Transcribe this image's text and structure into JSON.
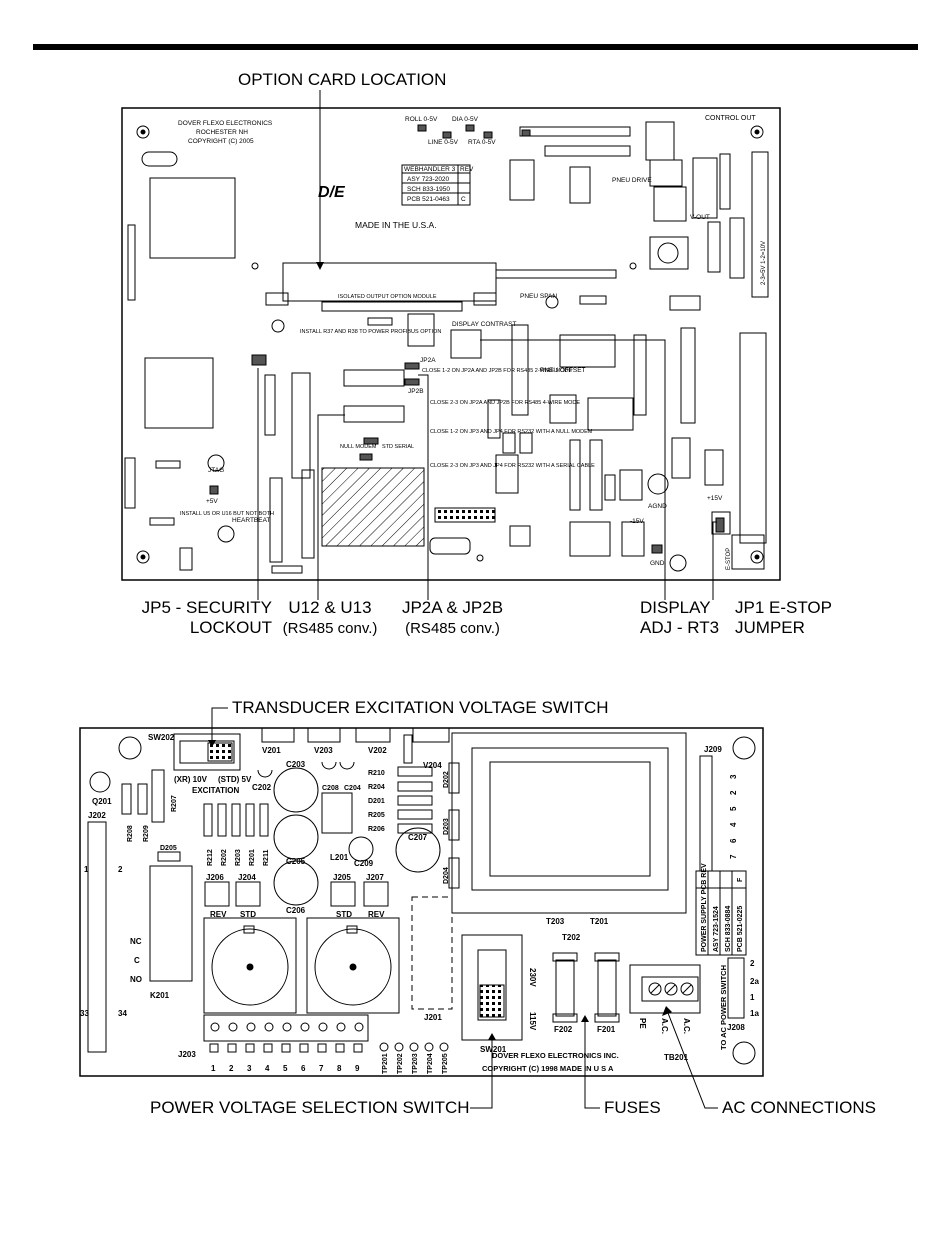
{
  "callouts": {
    "option_card": "OPTION CARD LOCATION",
    "jp5_line1": "JP5 - SECURITY",
    "jp5_line2": "LOCKOUT",
    "u12_line1": "U12 & U13",
    "u12_line2": "(RS485 conv.)",
    "jp2_line1": "JP2A & JP2B",
    "jp2_line2": "(RS485 conv.)",
    "display_line1": "DISPLAY",
    "display_line2": "ADJ - RT3",
    "jp1_line1": "JP1 E-STOP",
    "jp1_line2": "JUMPER",
    "transducer": "TRANSDUCER EXCITATION VOLTAGE SWITCH",
    "power_voltage": "POWER VOLTAGE SELECTION SWITCH",
    "fuses": "FUSES",
    "ac": "AC CONNECTIONS"
  },
  "board1": {
    "maker": "DOVER FLEXO ELECTRONICS",
    "city": "ROCHESTER NH",
    "copyright": "COPYRIGHT (C) 2005",
    "product": "WEBHANDLER 3",
    "rev_hdr": "REV",
    "asy": "ASY 723-2020",
    "sch": "SCH 833-1950",
    "pcb": "PCB 521-0463",
    "rev": "C",
    "logo": "D/E",
    "made": "MADE IN THE U.S.A.",
    "iso": "ISOLATED OUTPUT OPTION MODULE",
    "control_out": "CONTROL OUT",
    "pneu_drive": "PNEU DRIVE",
    "pneu_span": "PNEU SPAN",
    "pneu_offset": "PNEU OFFSET",
    "display_contrast": "DISPLAY CONTRAST",
    "profibus_note": "INSTALL R37 AND R38 TO POWER PROFIBUS OPTION",
    "jp2a": "JP2A",
    "jp2b": "JP2B",
    "close_12_jp2": "CLOSE 1-2 ON JP2A AND JP2B FOR RS485 2-WIRE MODE",
    "close_23_jp2": "CLOSE 2-3 ON JP2A AND JP2B FOR RS485 4-WIRE MODE",
    "close_12_jp3": "CLOSE 1-2 ON JP3 AND JP4 FOR RS232 WITH A NULL MODEM",
    "close_23_jp3": "CLOSE 2-3 ON JP3 AND JP4 FOR RS232 WITH A SERIAL CABLE",
    "null_modem": "NULL MODEM",
    "std_serial": "STD SERIAL",
    "install_u5": "INSTALL U5 OR U16 BUT NOT BOTH",
    "heartbeat": "HEARTBEAT",
    "jtag": "JTAG",
    "plus5v": "+5V",
    "plus15v": "+15V",
    "minus15v": "-15V",
    "agnd": "AGND",
    "gnd": "GND",
    "vout": "V-OUT",
    "estop": "E-STOP",
    "v_range": "2-3=5V 1-2=10V",
    "roll": "ROLL 0-5V",
    "dia": "DIA 0-5V",
    "line": "LINE 0-5V",
    "rta": "RTA 0-5V"
  },
  "board2": {
    "sw202": "SW202",
    "xr": "(XR) 10V",
    "std5": "(STD) 5V",
    "excitation": "EXCITATION",
    "v201": "V201",
    "v203": "V203",
    "v202": "V202",
    "v204": "V204",
    "j209": "J209",
    "q201": "Q201",
    "j202": "J202",
    "k201": "K201",
    "nc": "NC",
    "c": "C",
    "no": "NO",
    "j206": "J206",
    "j204": "J204",
    "j205": "J205",
    "j207": "J207",
    "rev": "REV",
    "std": "STD",
    "c203": "C203",
    "c205": "C205",
    "c206": "C206",
    "c202": "C202",
    "c207": "C207",
    "c209": "C209",
    "l201": "L201",
    "t203": "T203",
    "t201": "T201",
    "t202": "T202",
    "j201": "J201",
    "sw201": "SW201",
    "v230": "230V",
    "v115": "115V",
    "f202": "F202",
    "f201": "F201",
    "tb201": "TB201",
    "pe": "PE",
    "ac1": "A.C.",
    "ac2": "A.C.",
    "j208": "J208",
    "j203": "J203",
    "maker": "DOVER FLEXO ELECTRONICS INC.",
    "copyright": "COPYRIGHT (C) 1998 MADE IN U S A",
    "to_ac": "TO AC POWER SWITCH",
    "ps_rev": "POWER SUPPLY PCB REV",
    "asy": "ASY 723-1524",
    "sch": "SCH 833-0884",
    "pcb": "PCB 521-0225",
    "rev_val": "F",
    "j203_pins": [
      "1",
      "2",
      "3",
      "4",
      "5",
      "6",
      "7",
      "8",
      "9"
    ],
    "tp_labels": [
      "TP201",
      "TP202",
      "TP203",
      "TP204",
      "TP205"
    ],
    "j209_pins": [
      "3",
      "2",
      "5",
      "4",
      "6",
      "7"
    ],
    "j208_pins": [
      "2",
      "2a",
      "1",
      "1a"
    ],
    "j202_pins": [
      "1",
      "2",
      "33",
      "34"
    ],
    "resistors_a": [
      "R212",
      "R202",
      "R203",
      "R201",
      "R211"
    ],
    "resistors_b": [
      "R210",
      "R204",
      "D201",
      "R205",
      "R206"
    ],
    "diodes": [
      "D202",
      "D203",
      "D204"
    ],
    "misc": [
      "R207",
      "R208",
      "R209",
      "D205",
      "C208",
      "C204"
    ]
  }
}
